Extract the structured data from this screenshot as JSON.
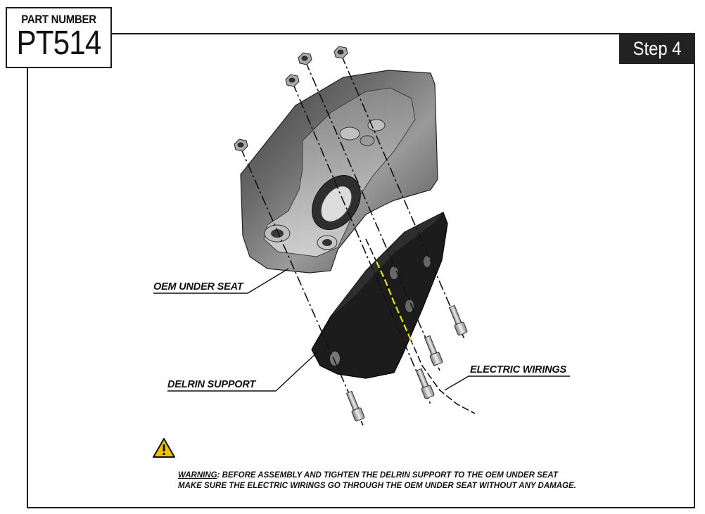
{
  "part": {
    "label": "PART NUMBER",
    "number": "PT514"
  },
  "step": {
    "label": "Step 4"
  },
  "callouts": {
    "oem_under_seat": "OEM UNDER SEAT",
    "delrin_support": "DELRIN SUPPORT",
    "electric_wirings": "ELECTRIC WIRINGS"
  },
  "warning": {
    "icon": "warning-triangle-icon",
    "label": "WARNING",
    "line1": ": BEFORE ASSEMBLY AND TIGHTEN  THE DELRIN SUPPORT TO THE OEM UNDER SEAT",
    "line2": "MAKE SURE THE ELECTRIC WIRINGS GO THROUGH THE OEM UNDER SEAT WITHOUT ANY DAMAGE."
  },
  "colors": {
    "wire_highlight": "#e8e020",
    "badge_background": "#222222",
    "warning_yellow": "#f2c400"
  }
}
